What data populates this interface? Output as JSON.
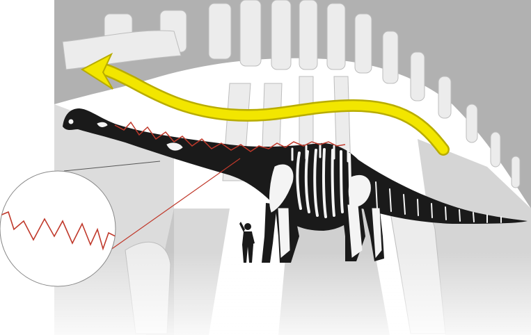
{
  "figure": {
    "background_color": "#ffffff",
    "ghost_skeleton_color": "#a9a9a9",
    "body_silhouette_color": "#1a1a1a",
    "bone_color": "#f4f4f4",
    "arrow_color": "#f2e600",
    "arrow_outline_color": "#b8ac00",
    "vertebra_zigzag_color": "#c0392b",
    "human_silhouette_color": "#1a1a1a",
    "magnifier_border_color": "#888888",
    "arrow_direction": "left",
    "human_pose": "raised-arm",
    "magnifier_shape": "circle"
  }
}
